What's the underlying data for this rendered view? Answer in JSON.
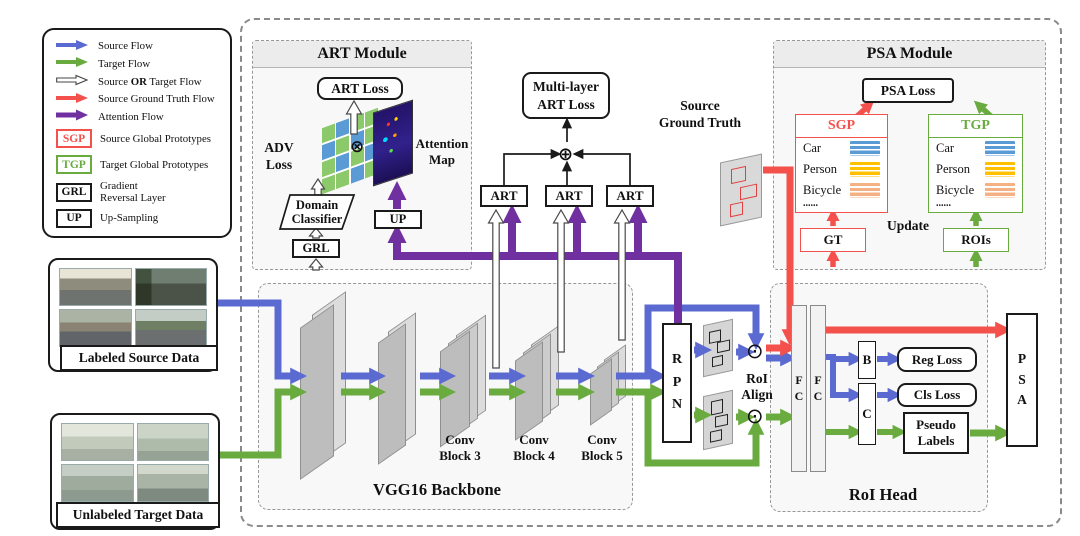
{
  "colors": {
    "source_flow": "#5b6ad0",
    "target_flow": "#6aab40",
    "source_or_target_flow": "#ffffff",
    "source_ground_truth_flow": "#f4514d",
    "attention_flow": "#7030a0",
    "sgp_accent": "#f4514d",
    "tgp_accent": "#6aab40",
    "car_bar": "#5b9bd5",
    "person_bar": "#ffc000",
    "bicycle_bar": "#f4b183"
  },
  "legend": {
    "arrow_rows": [
      {
        "label": "Source Flow"
      },
      {
        "label": "Target Flow"
      },
      {
        "label_pre": "Source ",
        "label_bold": "OR",
        "label_post": " Target Flow"
      },
      {
        "label": "Source Ground Truth Flow"
      },
      {
        "label": "Attention Flow"
      }
    ],
    "box_rows": [
      {
        "abbr": "SGP",
        "label": "Source Global Prototypes"
      },
      {
        "abbr": "TGP",
        "label": "Target Global Prototypes"
      },
      {
        "abbr": "GRL",
        "label": "Gradient\nReversal Layer"
      },
      {
        "abbr": "UP",
        "label": "Up-Sampling"
      }
    ]
  },
  "art_module": {
    "title": "ART Module",
    "art_loss": "ART Loss",
    "adv_loss": "ADV\nLoss",
    "otimes": "⊗",
    "attention_map": "Attention\nMap",
    "domain_classifier": "Domain\nClassifier",
    "grl": "GRL",
    "up": "UP"
  },
  "multi_layer": {
    "loss": "Multi-layer\nART Loss",
    "oplus": "⊕",
    "art_labels": [
      "ART",
      "ART",
      "ART"
    ]
  },
  "source_ground_truth_label": "Source\nGround Truth",
  "psa_module": {
    "title": "PSA Module",
    "psa_loss": "PSA Loss",
    "sgp_title": "SGP",
    "tgp_title": "TGP",
    "class_rows": [
      "Car",
      "Person",
      "Bicycle"
    ],
    "dots": "......",
    "update": "Update",
    "gt": "GT",
    "rois": "ROIs"
  },
  "inputs": {
    "source_label": "Labeled Source Data",
    "target_label": "Unlabeled Target Data"
  },
  "backbone": {
    "title": "VGG16 Backbone",
    "block_labels": [
      "Conv\nBlock 3",
      "Conv\nBlock 4",
      "Conv\nBlock 5"
    ]
  },
  "rpn": "R\nP\nN",
  "roi_align": "RoI\nAlign",
  "odot": "⊙",
  "fc": "F\nC",
  "roi_head": {
    "title": "RoI Head",
    "b": "B",
    "c": "C",
    "reg_loss": "Reg Loss",
    "cls_loss": "Cls Loss",
    "pseudo_labels": "Pseudo\nLabels"
  },
  "psa_head": "P\nS\nA"
}
